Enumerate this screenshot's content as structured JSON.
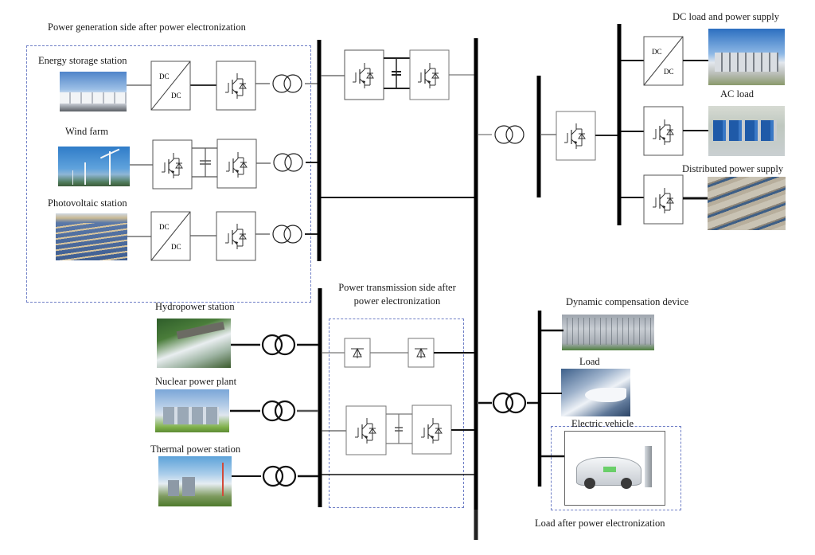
{
  "title": "Power generation side after power electronization",
  "generation": {
    "sources": [
      {
        "label": "Energy storage station",
        "converters": [
          "DC/DC",
          "inverter"
        ]
      },
      {
        "label": "Wind farm",
        "converters": [
          "rectifier",
          "inverter"
        ]
      },
      {
        "label": "Photovoltaic station",
        "converters": [
          "DC/DC",
          "inverter"
        ]
      }
    ]
  },
  "conventional": {
    "sources": [
      {
        "label": "Hydropower station"
      },
      {
        "label": "Nuclear power plant"
      },
      {
        "label": "Thermal power station"
      }
    ]
  },
  "transmission": {
    "label_line1": "Power transmission side after",
    "label_line2": "power electronization"
  },
  "dc_grid": {
    "loads": [
      {
        "label": "DC load and power supply",
        "converter": "DC/DC"
      },
      {
        "label": "AC load",
        "converter": "inverter"
      },
      {
        "label": "Distributed power supply",
        "converter": "inverter"
      }
    ]
  },
  "load_side": {
    "items": [
      {
        "label": "Dynamic compensation device"
      },
      {
        "label": "Load"
      },
      {
        "label": "Electric vehicle"
      }
    ],
    "caption": "Load after power electronization"
  },
  "converter_text": {
    "dc_top": "DC",
    "dc_bottom": "DC"
  }
}
